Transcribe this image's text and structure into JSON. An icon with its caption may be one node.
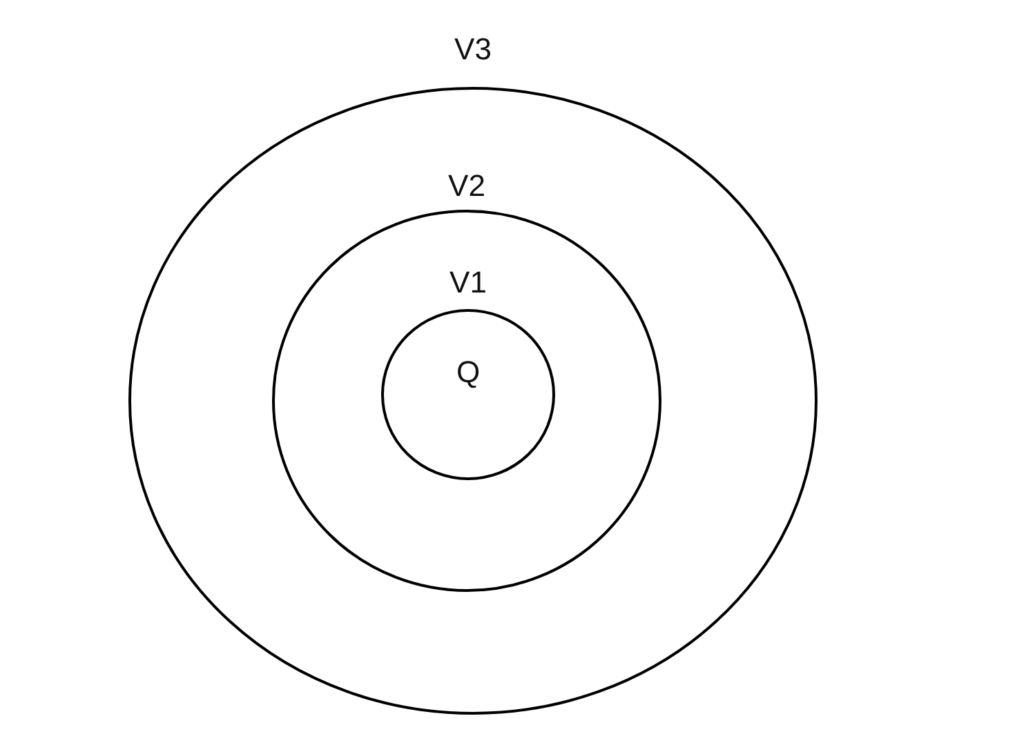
{
  "diagram": {
    "nodes": [
      {
        "text": [
          "V3"
        ]
      },
      {
        "text": [
          "V2"
        ],
        "in": 0
      },
      {
        "text": [
          "V1",
          "Q"
        ],
        "in": 1
      }
    ]
  }
}
